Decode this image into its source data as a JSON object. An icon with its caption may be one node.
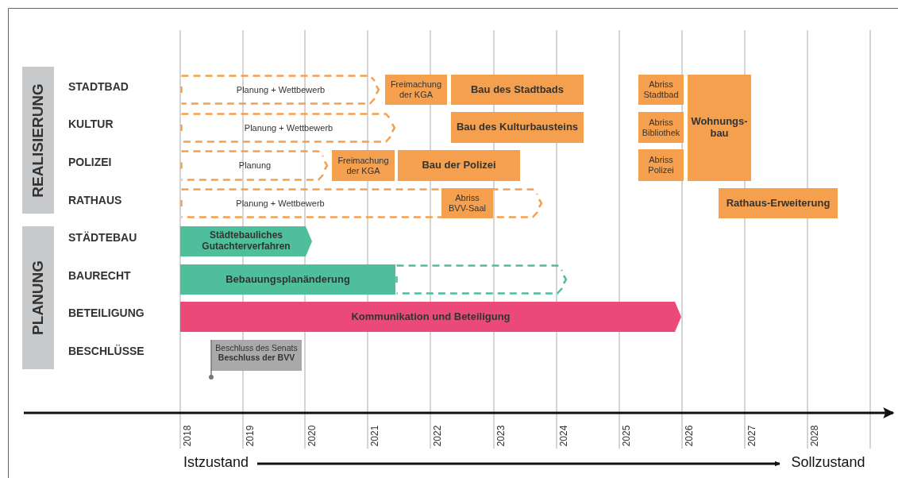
{
  "diagram": {
    "nodes": [
      {
        "text": [
          "REALISIERUNG"
        ]
      },
      {
        "text": [
          "PLANUNG"
        ]
      },
      {
        "text": [
          "Planung + Wettbewerb"
        ]
      },
      {
        "text": [
          "Freimachung der KGA"
        ]
      },
      {
        "text": [
          "Bau des Stadtbads"
        ]
      },
      {
        "text": [
          "Abriss Stadtbad"
        ]
      },
      {
        "text": [
          "Wohnungs- bau"
        ]
      },
      {
        "text": [
          "Planung + Wettbewerb"
        ]
      },
      {
        "text": [
          "Bau des Kulturbausteins"
        ]
      },
      {
        "text": [
          "Abriss Bibliothek"
        ]
      },
      {
        "text": [
          "Planung"
        ]
      },
      {
        "text": [
          "Freimachung der KGA"
        ]
      },
      {
        "text": [
          "Bau der Polizei"
        ]
      },
      {
        "text": [
          "Abriss Polizei"
        ]
      },
      {
        "text": [
          "Planung + Wettbewerb"
        ]
      },
      {
        "text": [
          "Abriss BVV-Saal"
        ],
        "in": 14
      },
      {
        "text": [
          "Rathaus-Erweiterung"
        ]
      },
      {
        "text": [
          "Städtebauliches Gutachterverfahren"
        ]
      },
      {
        "text": [
          "Bebauungsplanänderung"
        ]
      },
      {
        "text": [],
        "shape": "box"
      },
      {
        "text": [
          "Kommunikation und Beteiligung"
        ]
      },
      {
        "text": [
          "Beschluss des Senats",
          "Beschluss der BVV"
        ]
      },
      {
        "text": [
          "Istzustand"
        ]
      },
      {
        "text": [
          "Sollzustand"
        ]
      }
    ],
    "edges": [
      {
        "from": 22,
        "to": 23,
        "arrow": "to"
      }
    ],
    "labels": [
      "STADTBAD",
      "KULTUR",
      "POLIZEI",
      "RATHAUS",
      "STÄDTEBAU",
      "BAURECHT",
      "BETEILIGUNG",
      "BESCHLÜSSE",
      "2018",
      "2019",
      "2020",
      "2021",
      "2022",
      "2023",
      "2024",
      "2025",
      "2026",
      "2027",
      "2028"
    ]
  }
}
